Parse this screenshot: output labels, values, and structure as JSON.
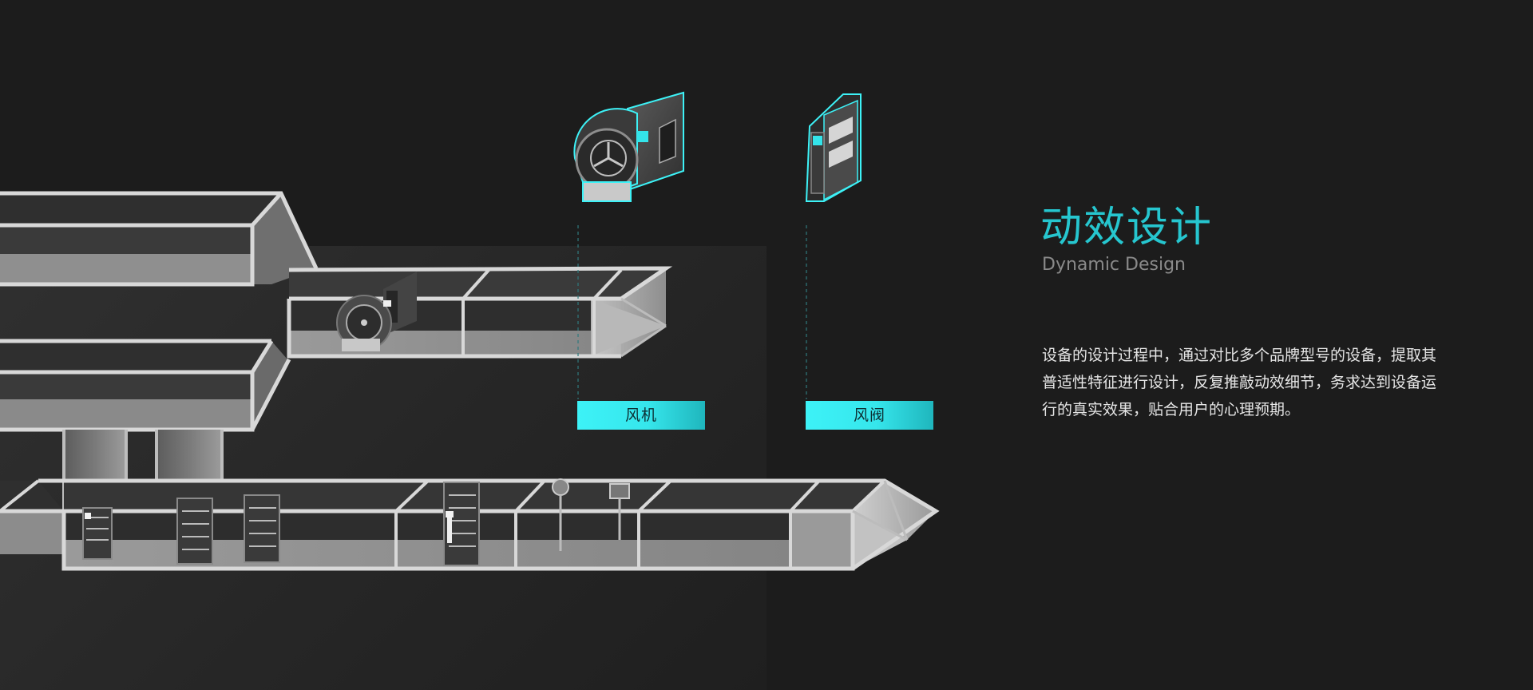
{
  "heading": {
    "title": "动效设计",
    "subtitle": "Dynamic Design"
  },
  "description": "设备的设计过程中，通过对比多个品牌型号的设备，提取其普适性特征进行设计，反复推敲动效细节，务求达到设备运行的真实效果，贴合用户的心理预期。",
  "labels": {
    "fan": "风机",
    "valve": "风阀"
  },
  "colors": {
    "accent": "#26c6cf",
    "highlight": "#3df2f7",
    "background": "#1c1c1c"
  },
  "icons": [
    "fan-icon",
    "damper-valve-icon"
  ]
}
